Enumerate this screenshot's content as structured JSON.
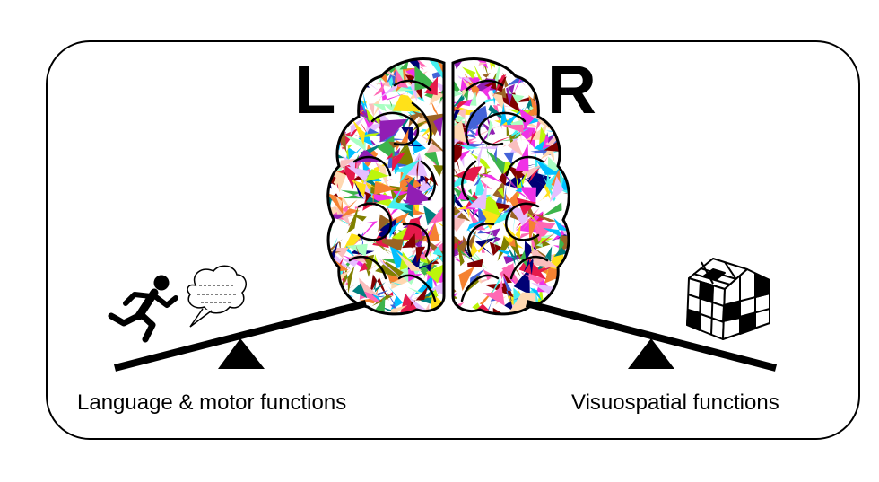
{
  "hemispheres": {
    "left_letter": "L",
    "right_letter": "R"
  },
  "captions": {
    "left": "Language & motor functions",
    "right": "Visuospatial functions"
  },
  "icons": {
    "left_side": [
      "running-person-icon",
      "speech-bubble-icon"
    ],
    "right_side": [
      "rubiks-cube-icon"
    ],
    "center": "brain-icon",
    "balance": "seesaw-icon"
  },
  "colors": {
    "outline": "#000000",
    "brain_palette": [
      "#e6194b",
      "#3cb44b",
      "#ffe119",
      "#4363d8",
      "#f58231",
      "#911eb4",
      "#46f0f0",
      "#f032e6",
      "#bcf60c",
      "#fabebe",
      "#008080",
      "#e6beff",
      "#9a6324",
      "#800000",
      "#aaffc3",
      "#808000",
      "#ffd8b1",
      "#000075",
      "#ff69b4",
      "#00bfff"
    ]
  }
}
